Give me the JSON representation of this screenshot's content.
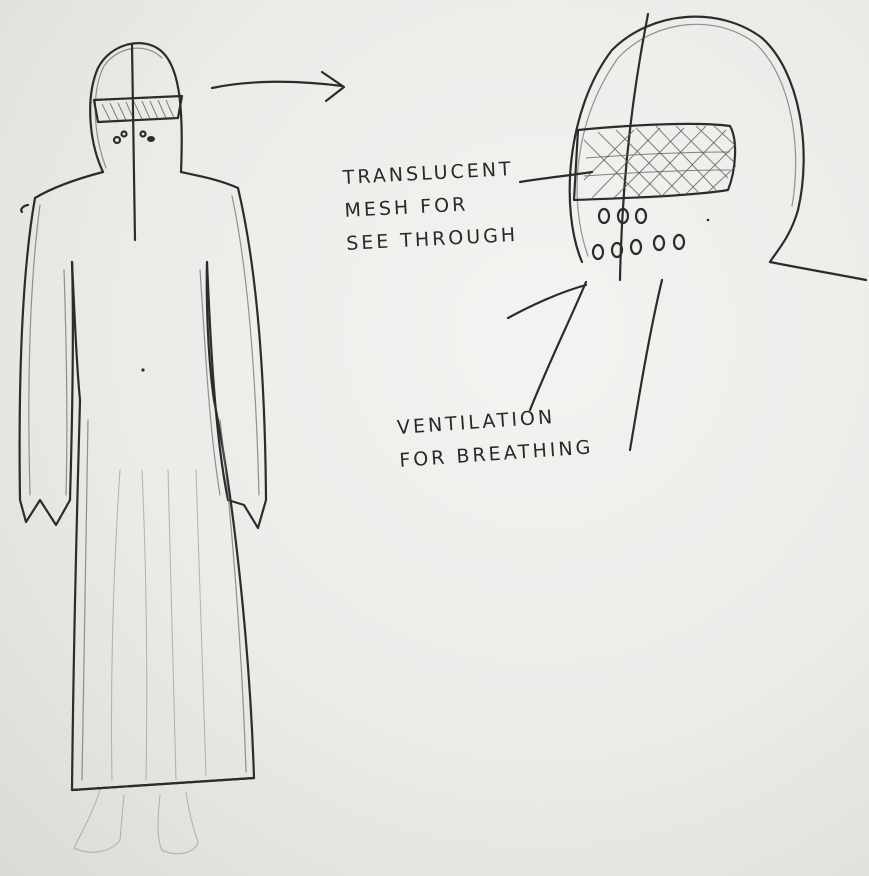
{
  "labels": {
    "mesh": {
      "lines": [
        "TRANSLUCENT",
        "MESH   FOR",
        "SEE  THROUGH"
      ]
    },
    "ventilation": {
      "lines": [
        "VENTILATION",
        "FOR  BREATHING"
      ]
    }
  },
  "colors": {
    "paper": "#ecebe8",
    "pencil": "#2d2c2b"
  }
}
